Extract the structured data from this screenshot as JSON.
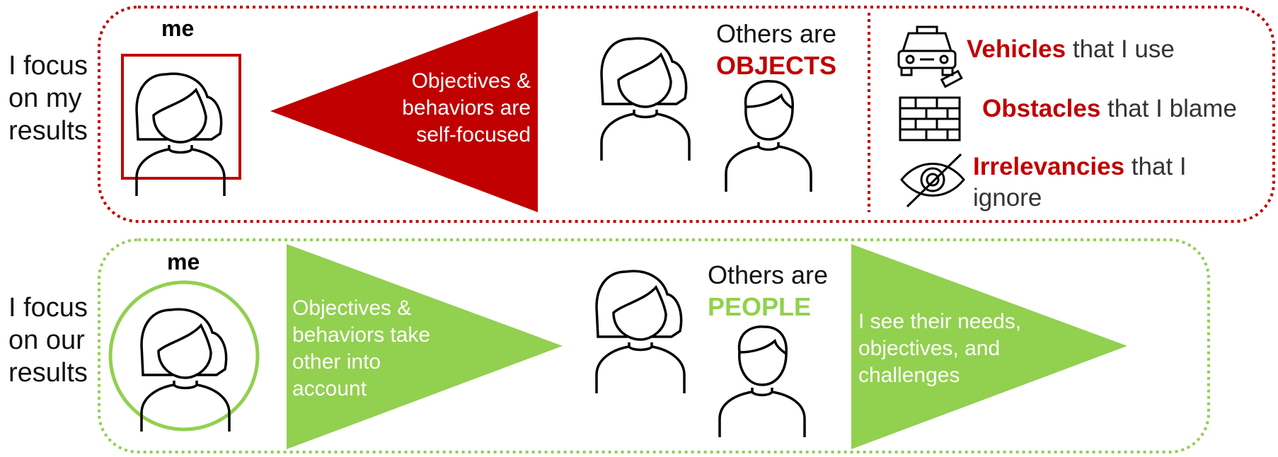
{
  "colors": {
    "red": "#c00000",
    "green": "#92d050",
    "ink": "#111111",
    "body_text": "#333333"
  },
  "top": {
    "side_label_lines": [
      "I focus",
      "on my",
      "results"
    ],
    "me_label": "me",
    "triangle_lines": [
      "Objectives &",
      "behaviors are",
      "self-focused"
    ],
    "others_line": "Others are",
    "others_em": "OBJECTS",
    "list": [
      {
        "icon": "car-icon",
        "em": "Vehicles",
        "rest": "that I use"
      },
      {
        "icon": "brick-wall-icon",
        "em": "Obstacles",
        "rest": "that I blame"
      },
      {
        "icon": "eye-slash-icon",
        "em": "Irrelevancies",
        "rest": "that I",
        "rest2": "ignore"
      }
    ]
  },
  "bottom": {
    "side_label_lines": [
      "I focus",
      "on our",
      "results"
    ],
    "me_label": "me",
    "triangle_lines": [
      "Objectives &",
      "behaviors take",
      "other into",
      "account"
    ],
    "others_line": "Others are",
    "others_em": "PEOPLE",
    "triangle2_lines": [
      "I see their needs,",
      "objectives, and",
      "challenges"
    ]
  }
}
